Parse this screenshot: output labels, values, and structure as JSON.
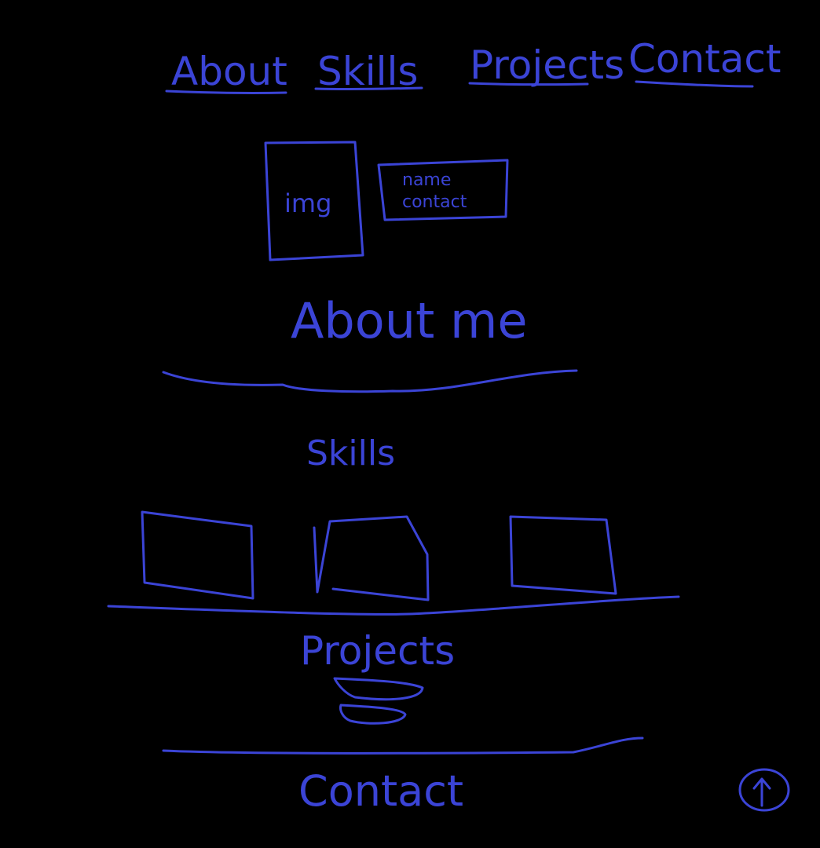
{
  "colors": {
    "ink": "#3b44d6",
    "background": "#000000"
  },
  "nav": {
    "items": [
      {
        "key": "about",
        "label": "About"
      },
      {
        "key": "skills",
        "label": "Skills"
      },
      {
        "key": "projects",
        "label": "Projects"
      },
      {
        "key": "contact",
        "label": "Contact"
      }
    ]
  },
  "hero": {
    "image_label": "img",
    "name_label": "name",
    "contact_label": "contact"
  },
  "sections": {
    "about_title": "About me",
    "skills_title": "Skills",
    "projects_title": "Projects",
    "contact_title": "Contact"
  },
  "skills": {
    "card_count": 3
  },
  "projects": {
    "item_count": 2
  },
  "scroll_top": {
    "icon": "arrow-up-icon"
  }
}
